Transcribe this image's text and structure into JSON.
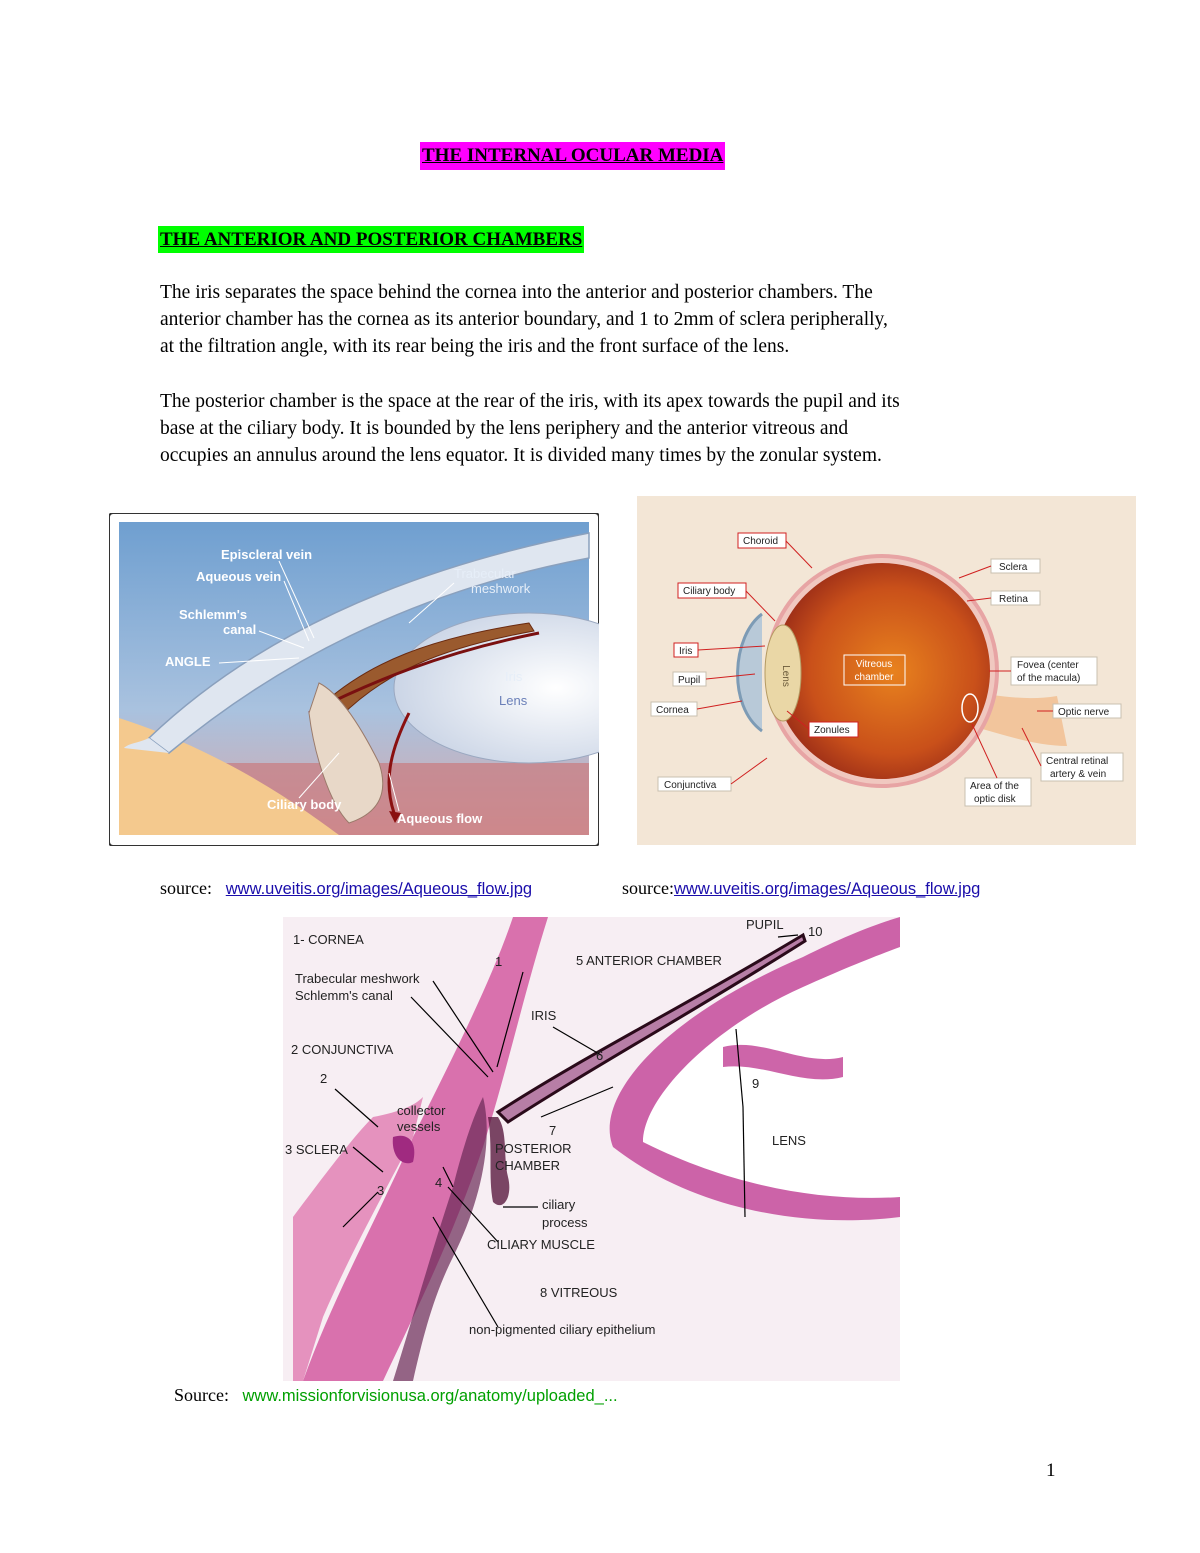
{
  "title": "THE INTERNAL OCULAR MEDIA",
  "section_heading": "THE ANTERIOR AND POSTERIOR CHAMBERS",
  "paragraph1": [
    "The iris separates the space behind the cornea into the anterior and posterior chambers. The",
    "anterior chamber has the cornea as its anterior boundary, and 1 to 2mm of sclera peripherally,",
    "at the filtration angle, with its rear being the iris and the front surface of the lens."
  ],
  "paragraph2": [
    "The posterior chamber is the space at the rear of the iris, with its apex towards the pupil and its",
    "base at the ciliary body.  It is bounded by the lens periphery and the anterior vitreous and",
    "occupies an annulus around the lens equator.  It is divided many times by the zonular system."
  ],
  "figure1": {
    "labels": {
      "episcleral_vein": "Episcleral vein",
      "aqueous_vein": "Aqueous vein",
      "schlemms_canal_1": "Schlemm's",
      "schlemms_canal_2": "canal",
      "angle": "ANGLE",
      "trabecular_1": "Trabecular",
      "trabecular_2": "meshwork",
      "iris": "Iris",
      "lens": "Lens",
      "ciliary_body": "Ciliary body",
      "aqueous_flow": "Aqueous flow"
    }
  },
  "figure2": {
    "labels": {
      "choroid": "Choroid",
      "ciliary_body": "Ciliary body",
      "iris": "Iris",
      "pupil": "Pupil",
      "cornea": "Cornea",
      "conjunctiva": "Conjunctiva",
      "lens": "Lens",
      "zonules": "Zonules",
      "vitreous_1": "Vitreous",
      "vitreous_2": "chamber",
      "sclera": "Sclera",
      "retina": "Retina",
      "fovea_1": "Fovea (center",
      "fovea_2": "of the macula)",
      "optic_nerve": "Optic nerve",
      "central_retinal_1": "Central retinal",
      "central_retinal_2": "artery & vein",
      "optic_disk_1": "Area of the",
      "optic_disk_2": "optic disk"
    }
  },
  "sources_row": {
    "label1": "source:",
    "url1": "www.uveitis.org/images/Aqueous_flow.jpg",
    "label2": "source:",
    "url2": "www.uveitis.org/images/Aqueous_flow.jpg"
  },
  "figure3": {
    "labels": {
      "cornea": "1- CORNEA",
      "trabecular": "Trabecular meshwork",
      "schlemm": "Schlemm's canal",
      "conjunctiva": "2 CONJUNCTIVA",
      "n2": "2",
      "sclera": "3 SCLERA",
      "n3": "3",
      "collector_1": "collector",
      "collector_2": "vessels",
      "n4": "4",
      "n1": "1",
      "anterior_chamber": "5  ANTERIOR CHAMBER",
      "pupil": "PUPIL",
      "n10": "10",
      "iris": "IRIS",
      "n6": "6",
      "n7": "7",
      "posterior_1": "POSTERIOR",
      "posterior_2": "CHAMBER",
      "ciliary_process_1": "ciliary",
      "ciliary_process_2": "process",
      "ciliary_muscle": "CILIARY MUSCLE",
      "vitreous": "8   VITREOUS",
      "npce": "non-pigmented ciliary epithelium",
      "n9": "9",
      "lens": "LENS"
    }
  },
  "source3": {
    "label": "Source:",
    "url": "www.missionforvisionusa.org/anatomy/uploaded_..."
  },
  "page_number": "1"
}
